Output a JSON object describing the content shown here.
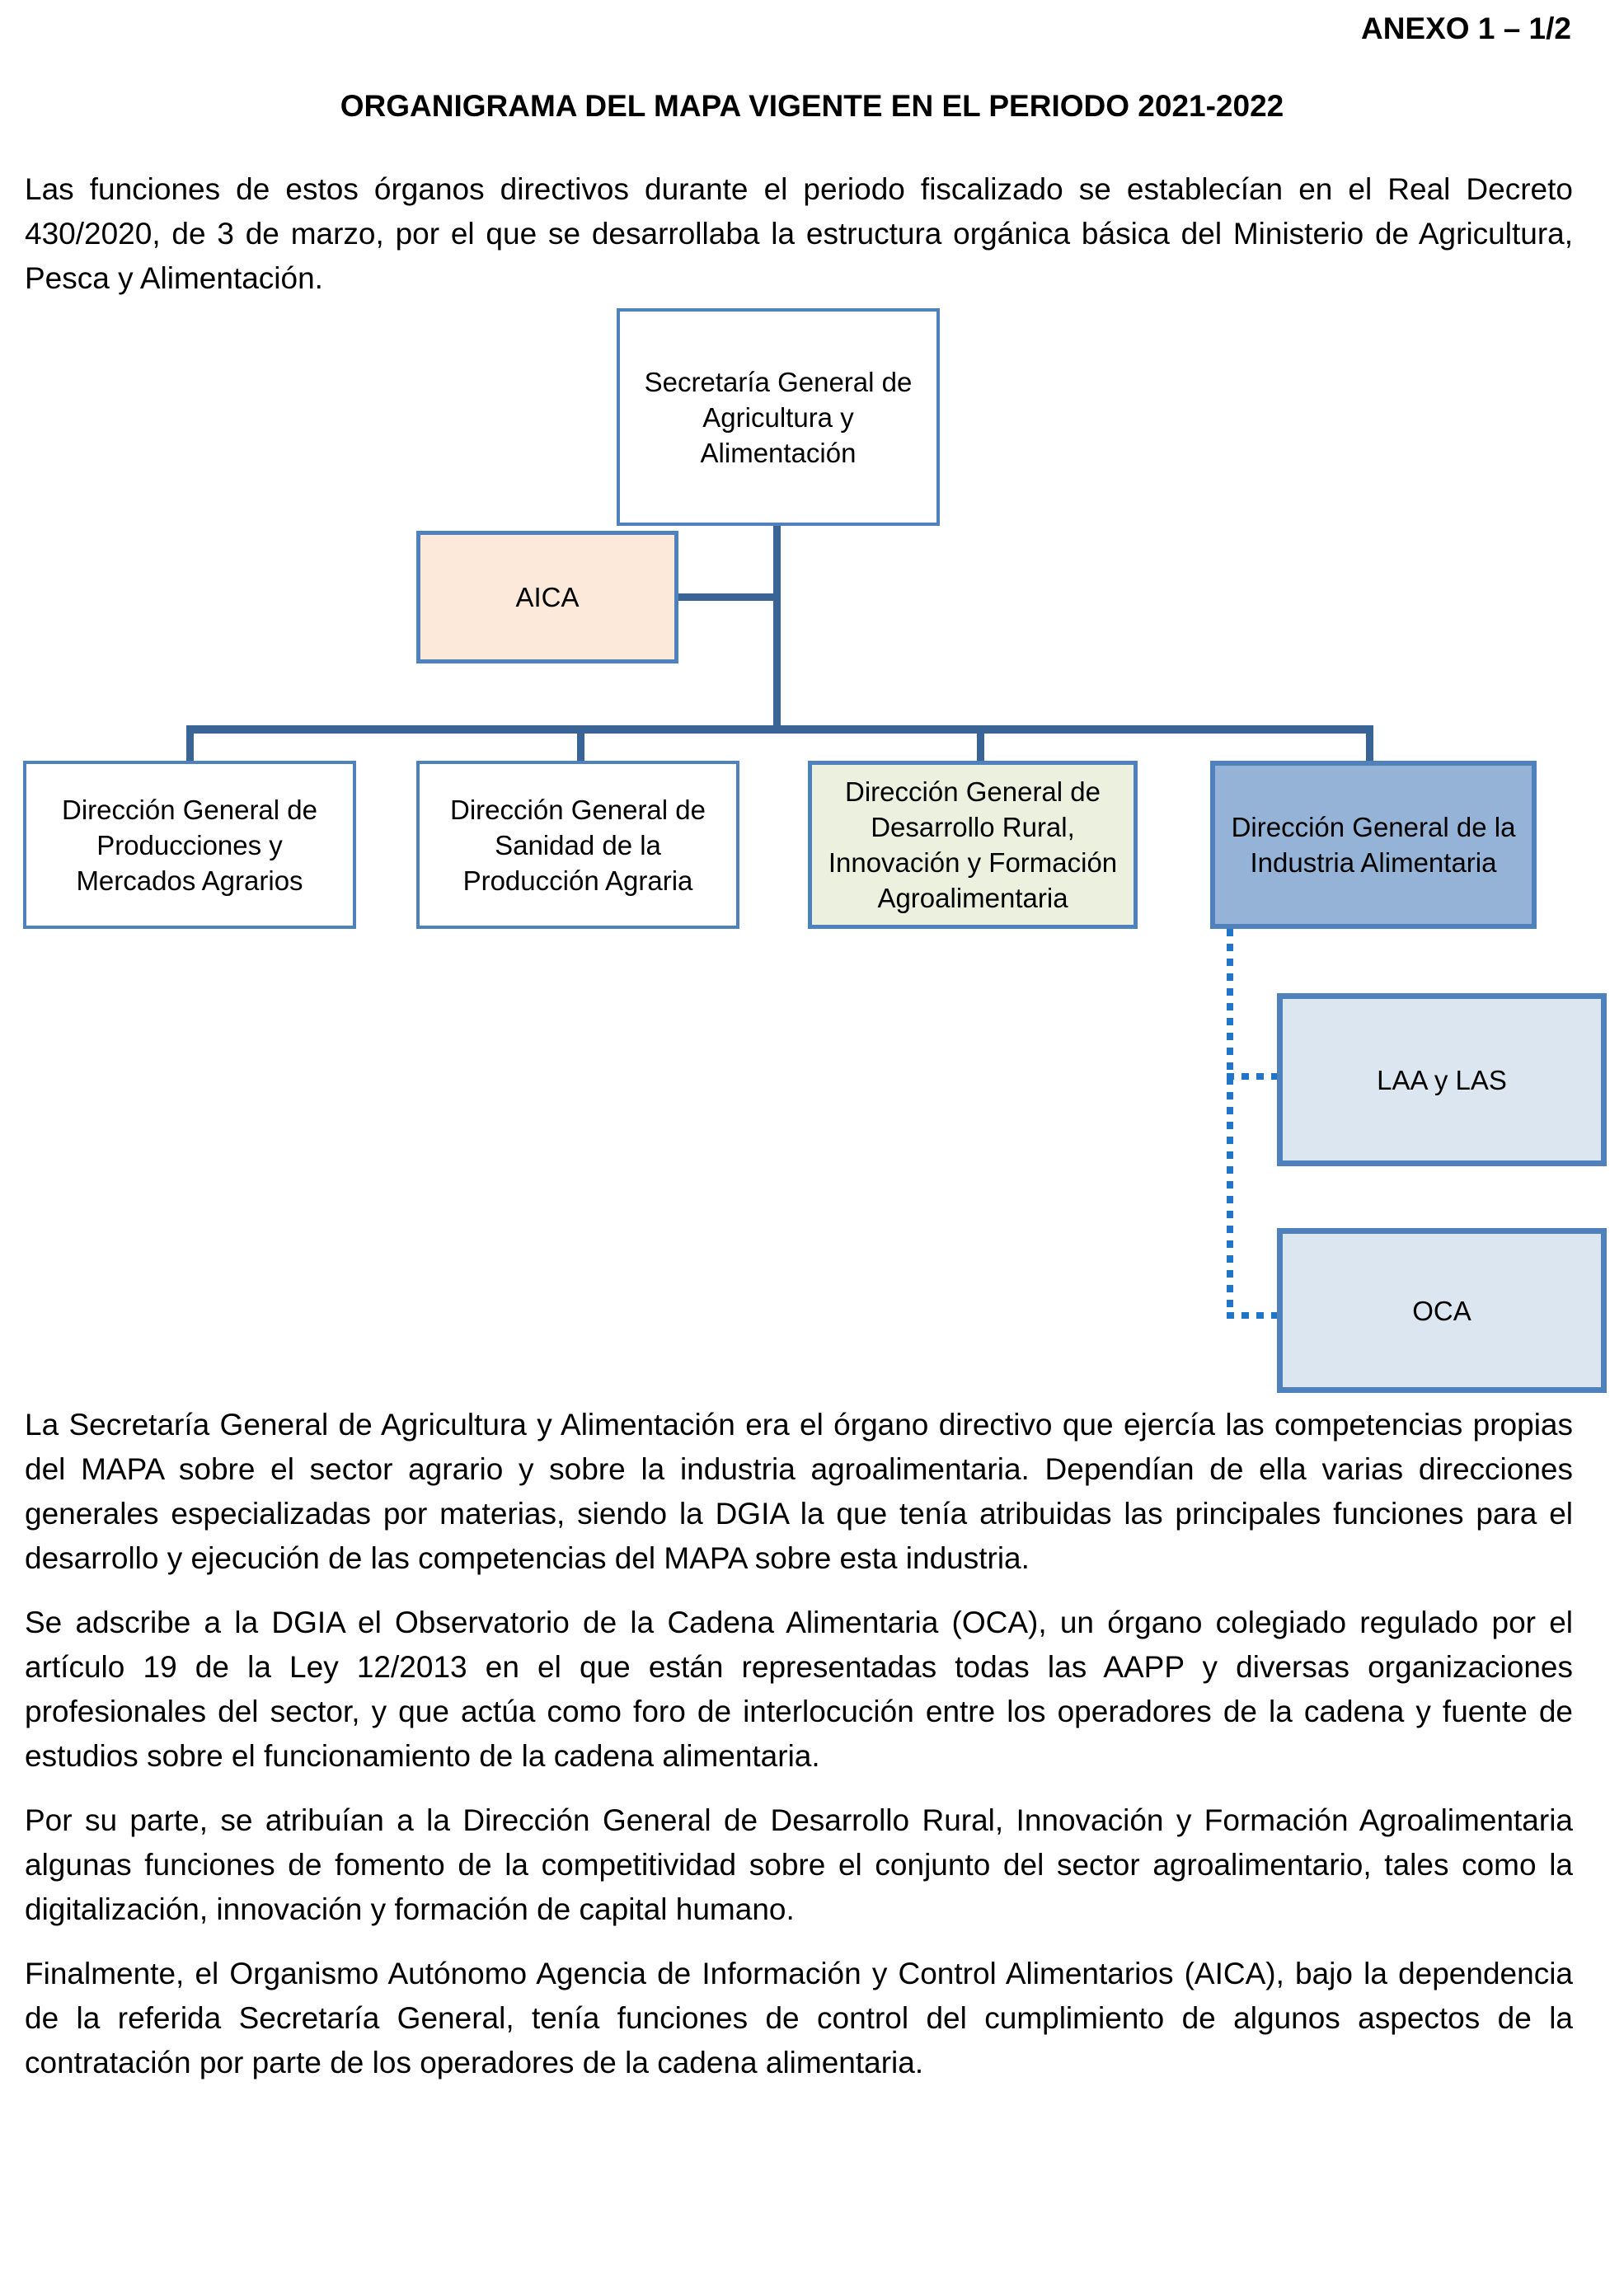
{
  "header": {
    "annex": "ANEXO 1 – 1/2",
    "title": "ORGANIGRAMA DEL MAPA VIGENTE EN EL PERIODO 2021-2022"
  },
  "paragraphs": {
    "intro": "Las funciones de estos órganos directivos durante el periodo fiscalizado se establecían en el Real Decreto 430/2020, de 3 de marzo, por el que se desarrollaba la estructura orgánica básica del Ministerio de Agricultura, Pesca y Alimentación.",
    "sga": "La Secretaría General de Agricultura y Alimentación era el órgano directivo que ejercía las competencias propias del MAPA sobre el sector agrario y sobre la industria agroalimentaria. Dependían de ella varias direcciones generales especializadas por materias, siendo la DGIA la que tenía atribuidas las principales funciones para el desarrollo y ejecución de las competencias del MAPA sobre esta industria.",
    "oca": "Se adscribe a la DGIA el Observatorio de la Cadena Alimentaria (OCA), un órgano colegiado regulado por el artículo 19 de la Ley 12/2013 en el que están representadas todas las AAPP y diversas organizaciones profesionales del sector, y que actúa como foro de interlocución entre los operadores de la cadena y fuente de estudios sobre el funcionamiento de la cadena alimentaria.",
    "dgdr": "Por su parte, se atribuían a la Dirección General de Desarrollo Rural, Innovación y Formación Agroalimentaria algunas funciones de fomento de la competitividad sobre el conjunto del sector agroalimentario, tales como la digitalización, innovación y formación de capital humano.",
    "aica": "Finalmente, el Organismo Autónomo Agencia de Información y Control Alimentarios (AICA), bajo la dependencia de la referida Secretaría General, tenía funciones de control del cumplimiento de algunos aspectos de la contratación por parte de los operadores de la cadena alimentaria."
  },
  "org_chart": {
    "nodes": {
      "sga": {
        "label": "Secretaría General de\nAgricultura y\nAlimentación",
        "fill": "#FFFFFF"
      },
      "aica": {
        "label": "AICA",
        "fill": "#FDE9D9"
      },
      "dg_producciones": {
        "label": "Dirección General de\nProducciones y\nMercados Agrarios",
        "fill": "#FFFFFF"
      },
      "dg_sanidad": {
        "label": "Dirección General de\nSanidad de la\nProducción Agraria",
        "fill": "#FFFFFF"
      },
      "dg_desarrollo": {
        "label": "Dirección General de\nDesarrollo Rural,\nInnovación y Formación\nAgroalimentaria",
        "fill": "#EBF1DE"
      },
      "dg_industria": {
        "label": "Dirección General de la\nIndustria Alimentaria",
        "fill": "#95B3D7"
      },
      "laa": {
        "label": "LAA y LAS",
        "fill": "#DCE6F1"
      },
      "oca": {
        "label": "OCA",
        "fill": "#DCE6F1"
      }
    },
    "connections": {
      "solid": [
        "sga -> aica",
        "sga -> dg_producciones",
        "sga -> dg_sanidad",
        "sga -> dg_desarrollo",
        "sga -> dg_industria"
      ],
      "dashed": [
        "dg_industria -> laa",
        "dg_industria -> oca"
      ]
    },
    "colors": {
      "box_border": "#4F81BD",
      "solid_connector": "#3A6495",
      "dashed_connector": "#1F76C8",
      "fill_peach": "#FDE9D9",
      "fill_olive": "#EBF1DE",
      "fill_blue": "#95B3D7",
      "fill_lightblue": "#DCE6F1"
    }
  }
}
